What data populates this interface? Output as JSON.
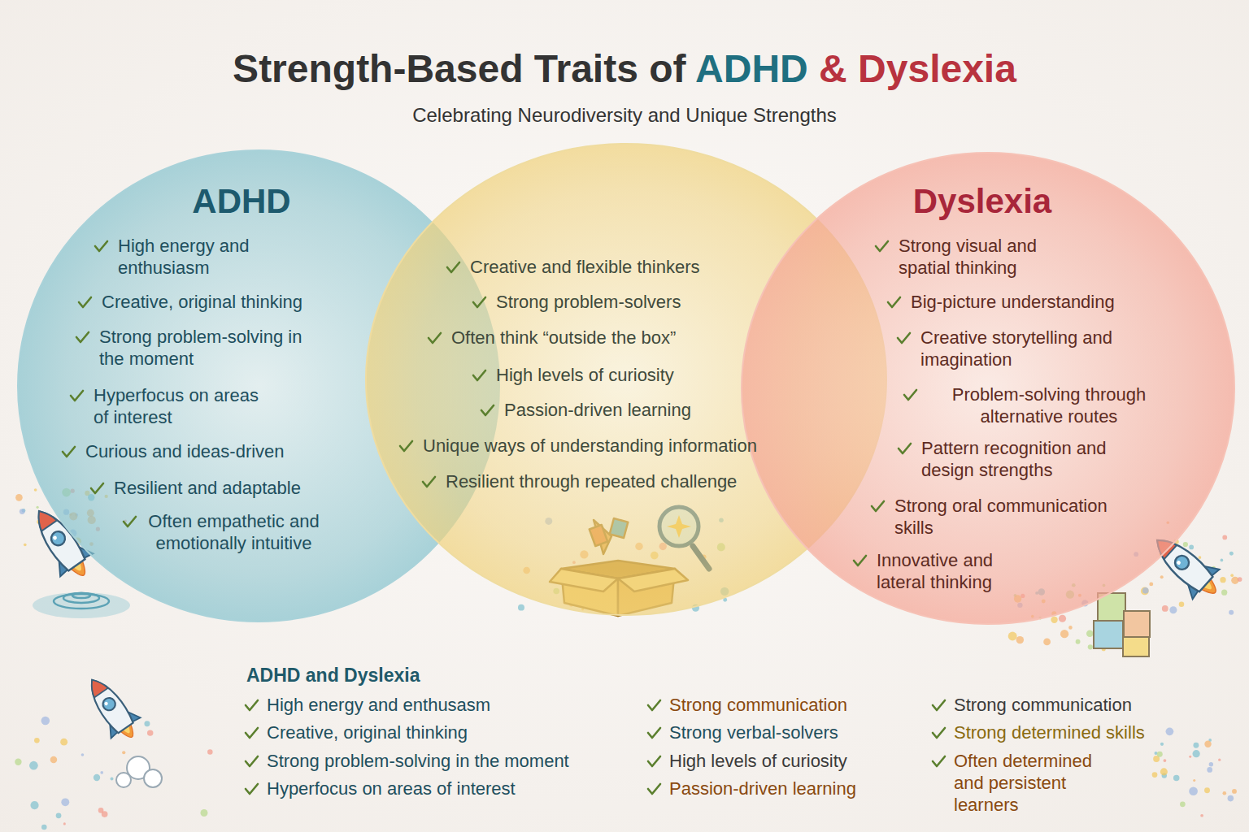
{
  "diagram": {
    "title": "Strength-Based Traits of ADHD & Dyslexia",
    "nodes": [
      {
        "text": [
          "ADHD",
          "High energy and enthusiasm",
          "Creative, original thinking",
          "Strong problem-solving in the moment",
          "Hyperfocus on areas of interest",
          "Curious and ideas-driven",
          "Resilient and adaptable",
          "Often empathetic and emotionally intuitive"
        ]
      },
      {
        "text": [
          "Creative and flexible thinkers",
          "Strong problem-solvers",
          "Often think “outside the box”",
          "High levels of curiosity",
          "Passion-driven learning",
          "Unique ways of understanding information",
          "Resilient through repeated challenge"
        ]
      },
      {
        "text": [
          "Dyslexia",
          "Strong visual and spatial thinking",
          "Big-picture understanding",
          "Creative storytelling and imagination",
          "Problem-solving through alternative routes",
          "Pattern recognition and design strengths",
          "Strong oral communication skills",
          "Innovative and lateral thinking"
        ]
      }
    ],
    "labels": [
      "Celebrating Neurodiversity and Unique Strengths",
      "ADHD and Dyslexia",
      "High energy and enthusasm",
      "Creative, original thinking",
      "Strong problem-solving in the moment",
      "Hyperfocus on areas of interest",
      "Strong communication",
      "Strong verbal-solvers",
      "High levels of curiosity",
      "Passion-driven learning",
      "Strong communication",
      "Strong determined skills",
      "Often determined and persistent learners"
    ]
  }
}
